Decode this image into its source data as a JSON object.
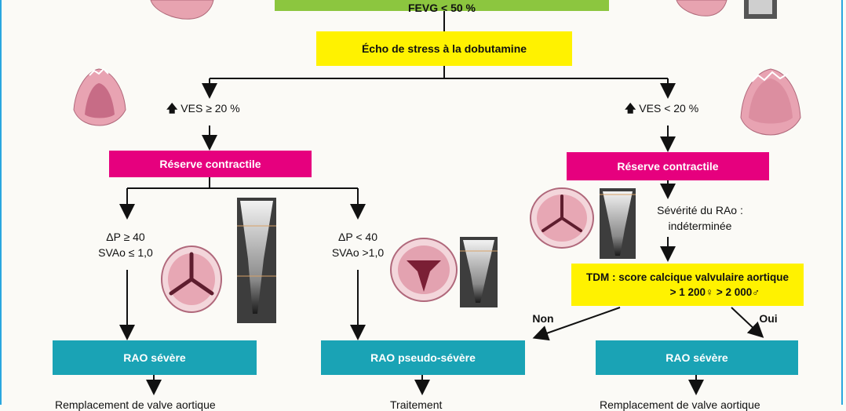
{
  "top_box_text": "FEVG < 50 %",
  "stress_echo": "Écho de stress à la dobutamine",
  "left_branch_label": "VES ≥ 20 %",
  "right_branch_label": "VES < 20 %",
  "reserve_left": "Réserve contractile",
  "reserve_right": "Réserve contractile",
  "cond_a_line1": "ΔP ≥ 40",
  "cond_a_line2": "SVAo ≤ 1,0",
  "cond_b_line1": "ΔP < 40",
  "cond_b_line2": "SVAo >1,0",
  "severity_line1": "Sévérité du RAo :",
  "severity_line2": "indéterminée",
  "tdm_line1": "TDM : score calcique valvulaire aortique",
  "tdm_line2": "> 1 200♀  > 2 000♂",
  "non_label": "Non",
  "oui_label": "Oui",
  "out_left": "RAO sévère",
  "out_mid": "RAO pseudo-sévère",
  "out_right": "RAO sévère",
  "bottom_left": "Remplacement de valve aortique",
  "bottom_mid": "Traitement",
  "bottom_right": "Remplacement de valve aortique",
  "colors": {
    "green": "#8cc63f",
    "yellow": "#fff200",
    "magenta": "#e6007e",
    "teal": "#1aa3b5",
    "frame": "#2aa7df"
  }
}
